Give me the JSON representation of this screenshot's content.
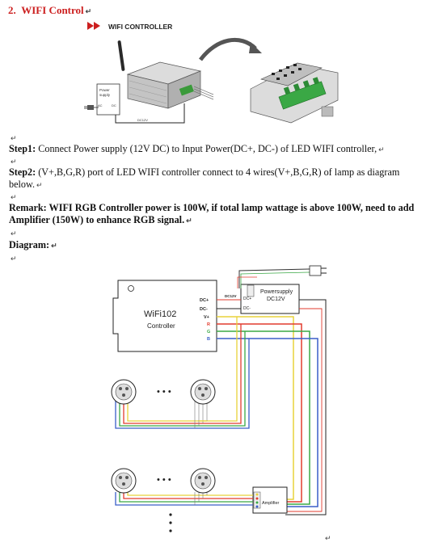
{
  "section": {
    "number": "2.",
    "title": "WIFI Control"
  },
  "figure1": {
    "banner": "WIFI CONTROLLER",
    "power_label_line1": "Power",
    "power_label_line2": "supply",
    "ac_label": "AC",
    "dc_label": "DC",
    "voltage_label": "DC12V"
  },
  "paragraphs": {
    "step1_label": "Step1:",
    "step1_text": "Connect Power supply (12V DC) to Input Power(DC+, DC-) of LED WIFI controller,",
    "step2_label": "Step2:",
    "step2_text": "(V+,B,G,R) port of LED WIFI controller connect to 4 wires(V+,B,G,R) of lamp as diagram below.",
    "remark": "Remark: WIFI RGB Controller power is 100W, if total lamp wattage is above 100W, need to add Amplifier (150W) to enhance RGB signal.",
    "diagram_label": "Diagram:"
  },
  "diagram": {
    "controller_model": "WiFi102",
    "controller_label": "Controller",
    "pin_dcp": "DC+",
    "pin_dcm": "DC-",
    "pin_vp": "V+",
    "pin_r": "R",
    "pin_g": "G",
    "pin_b": "B",
    "psu_label_line1": "Powersupply",
    "psu_label_line2": "DC12V",
    "psu_dcp": "DC+",
    "psu_dcm": "DC-",
    "dc12v_tag": "DC12V",
    "amplifier_label": "Amplifier",
    "dots": "• • •"
  },
  "colors": {
    "title_red": "#cc1f1f",
    "wire_red": "#e23b2e",
    "wire_green": "#3aa845",
    "wire_blue": "#3a5fc8",
    "wire_yellow": "#e8d23a"
  }
}
